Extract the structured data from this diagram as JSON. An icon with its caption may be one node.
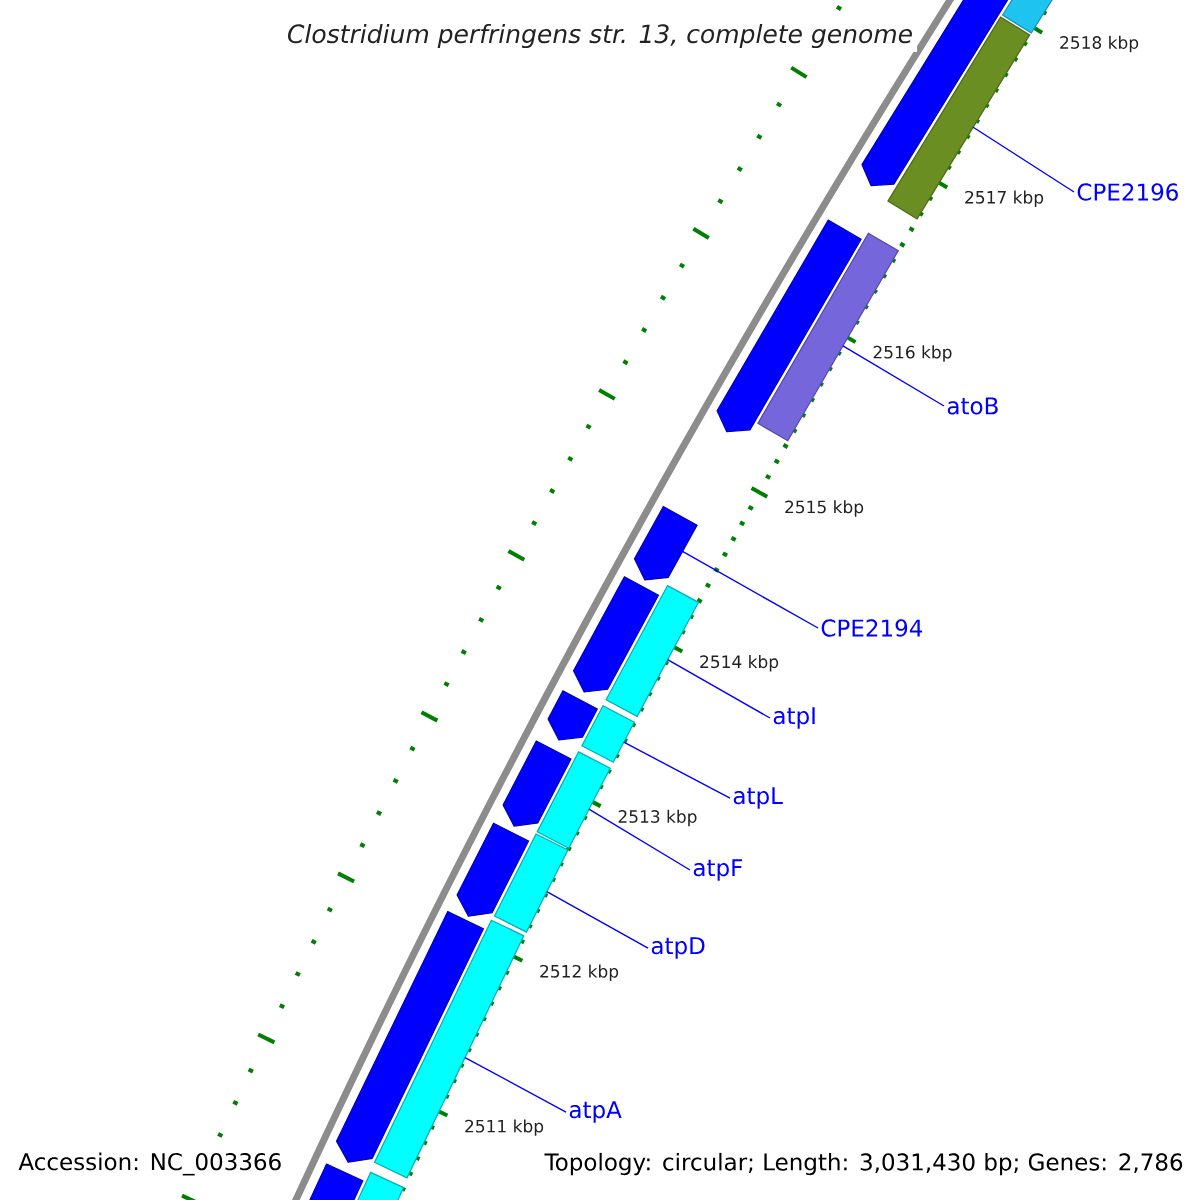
{
  "diagram": {
    "title": "Clostridium perfringens str. 13, complete genome",
    "nodes": [
      {
        "text": [],
        "shape": "bar"
      },
      {
        "text": [],
        "shape": "pentagon"
      },
      {
        "text": [],
        "shape": "bar"
      },
      {
        "text": [],
        "shape": "pentagon"
      },
      {
        "text": [],
        "shape": "bar"
      },
      {
        "text": [],
        "shape": "pentagon"
      },
      {
        "text": [],
        "shape": "pentagon"
      },
      {
        "text": [],
        "shape": "bar"
      },
      {
        "text": [],
        "shape": "pentagon"
      },
      {
        "text": [],
        "shape": "bar"
      },
      {
        "text": [],
        "shape": "pentagon"
      },
      {
        "text": [],
        "shape": "bar"
      },
      {
        "text": [],
        "shape": "pentagon"
      },
      {
        "text": [],
        "shape": "bar"
      },
      {
        "text": [],
        "shape": "pentagon"
      },
      {
        "text": [],
        "shape": "bar"
      },
      {
        "text": [],
        "shape": "pentagon"
      },
      {
        "text": [],
        "shape": "bar"
      },
      {
        "text": [
          "CPE2196"
        ]
      },
      {
        "text": [
          "atoB"
        ]
      },
      {
        "text": [
          "CPE2194"
        ]
      },
      {
        "text": [
          "atpI"
        ]
      },
      {
        "text": [
          "atpL"
        ]
      },
      {
        "text": [
          "atpF"
        ]
      },
      {
        "text": [
          "atpD"
        ]
      },
      {
        "text": [
          "atpA"
        ]
      }
    ],
    "edges": [
      {
        "from": 18,
        "to": 2,
        "arrow": "none"
      },
      {
        "from": 19,
        "to": 4,
        "arrow": "none"
      },
      {
        "from": 20,
        "to": 5,
        "arrow": "none"
      },
      {
        "from": 21,
        "to": 7,
        "arrow": "none"
      },
      {
        "from": 22,
        "to": 9,
        "arrow": "none"
      },
      {
        "from": 23,
        "to": 11,
        "arrow": "none"
      },
      {
        "from": 24,
        "to": 13,
        "arrow": "none"
      },
      {
        "from": 25,
        "to": 15,
        "arrow": "none"
      }
    ],
    "labels": [
      "2518 kbp",
      "2517 kbp",
      "2516 kbp",
      "2515 kbp",
      "2514 kbp",
      "2513 kbp",
      "2512 kbp",
      "2511 kbp",
      "Accession: NC_003366",
      "Topology: circular; Length: 3,031,430 bp; Genes: 2,786"
    ]
  }
}
